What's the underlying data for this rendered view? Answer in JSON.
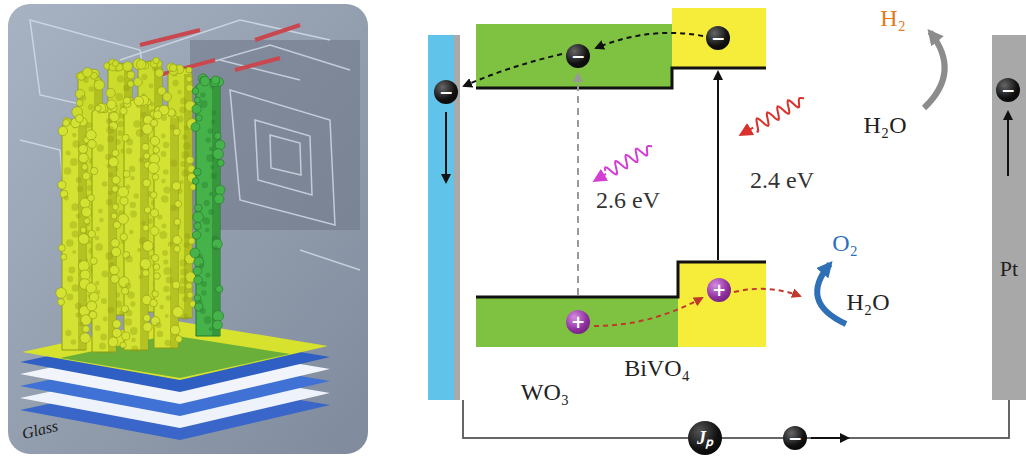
{
  "diagram": {
    "nodes": [
      {
        "text": [
          "Pt"
        ]
      },
      {
        "text": [
          "Jₚ"
        ]
      }
    ],
    "labels": [
      "Glass",
      "−",
      "−",
      "−",
      "2.6 eV",
      "2.4 eV",
      "H₂",
      "H₂O",
      "−",
      "O₂",
      "H₂O",
      "+",
      "+",
      "WO₃",
      "BiVO₄",
      "−"
    ]
  }
}
